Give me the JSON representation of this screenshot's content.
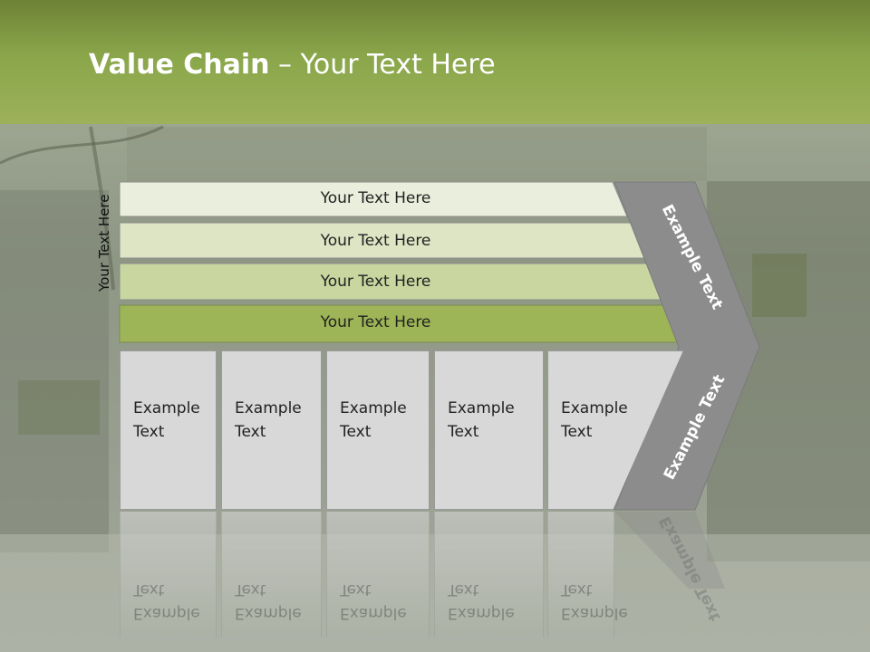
{
  "slide": {
    "title_bold": "Value Chain",
    "title_rest": " – Your Text Here",
    "side_label": "Your Text Here",
    "bars": [
      {
        "label": "Your Text Here",
        "color": "#eaeedd"
      },
      {
        "label": "Your Text Here",
        "color": "#dde5c4"
      },
      {
        "label": "Your Text Here",
        "color": "#c9d6a0"
      },
      {
        "label": "Your Text Here",
        "color": "#9db556"
      }
    ],
    "boxes": [
      "Example\nText",
      "Example\nText",
      "Example\nText",
      "Example\nText",
      "Example\nText"
    ],
    "chevron_top_text": "Example Text",
    "chevron_bottom_text": "Example Text",
    "colors": {
      "header": "#8aa64a",
      "chevron": "#8c8c8c",
      "box": "#d8d8d8"
    }
  }
}
